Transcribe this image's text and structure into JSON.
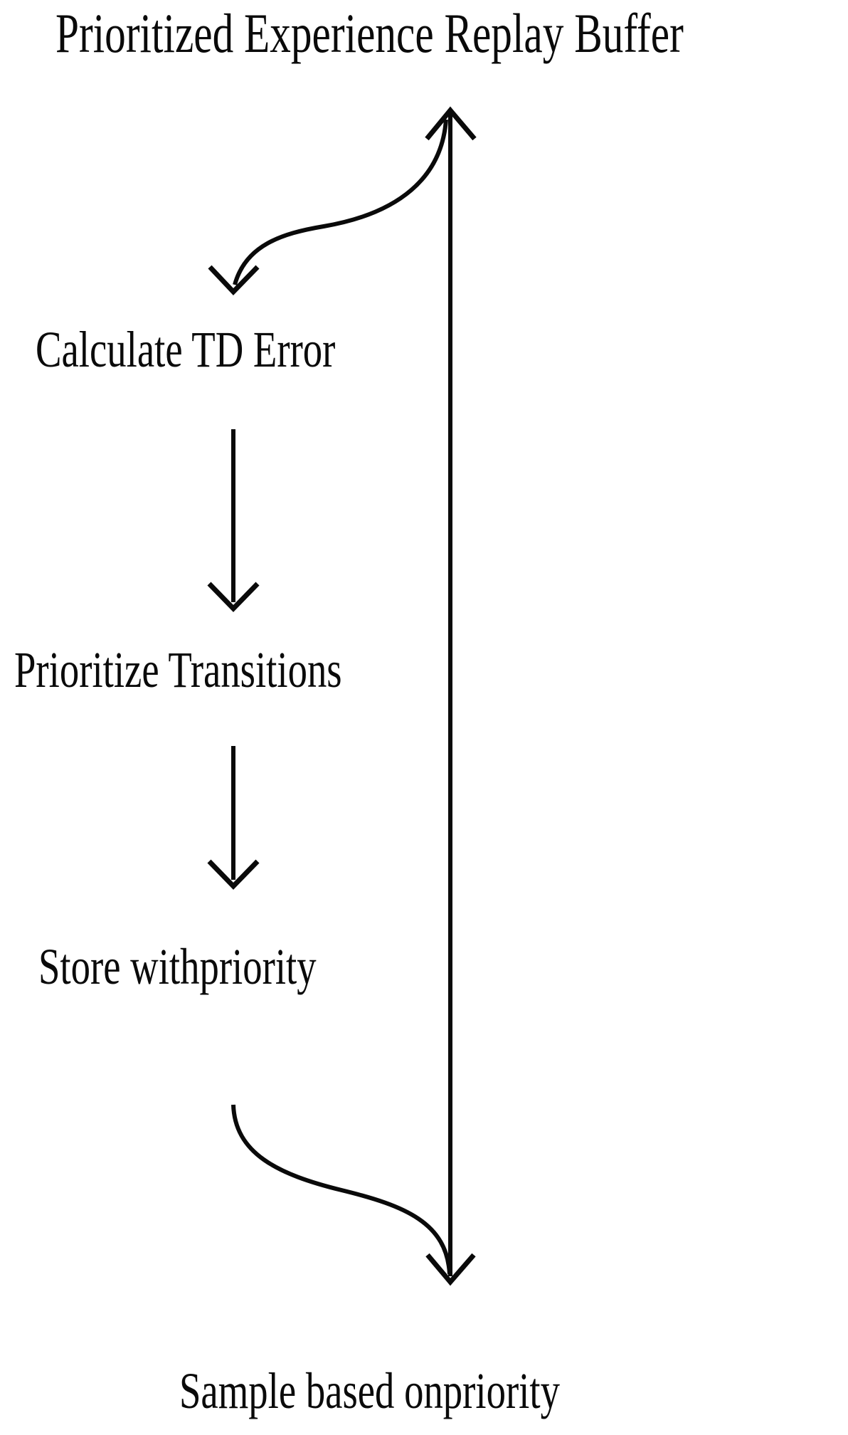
{
  "diagram": {
    "title": "Prioritized Experience Replay Buffer",
    "type": "flowchart",
    "orientation": "vertical-cycle",
    "background_color": "#ffffff",
    "stroke_color": "#0a0a0a",
    "text_color": "#0a0a0a",
    "nodes": [
      {
        "id": "title",
        "label": "Prioritized Experience Replay Buffer"
      },
      {
        "id": "calculate-td-error",
        "label": "Calculate TD Error"
      },
      {
        "id": "prioritize-transitions",
        "label": "Prioritize Transitions"
      },
      {
        "id": "store-with-priority",
        "label": "Store withpriority"
      },
      {
        "id": "sample-based-on-priority",
        "label": "Sample based onpriority"
      }
    ],
    "edges": [
      {
        "id": "edge-buffer-to-calculate",
        "from": "title",
        "to": "calculate-td-error",
        "style": "curved",
        "arrowhead": "end"
      },
      {
        "id": "edge-calculate-to-prioritize",
        "from": "calculate-td-error",
        "to": "prioritize-transitions",
        "style": "straight",
        "arrowhead": "end"
      },
      {
        "id": "edge-prioritize-to-store",
        "from": "prioritize-transitions",
        "to": "store-with-priority",
        "style": "straight",
        "arrowhead": "end"
      },
      {
        "id": "edge-store-to-sample",
        "from": "store-with-priority",
        "to": "sample-based-on-priority",
        "style": "curved",
        "arrowhead": "end"
      },
      {
        "id": "edge-spine",
        "from": "sample-based-on-priority",
        "to": "title",
        "style": "straight-vertical",
        "arrowhead": "start"
      }
    ]
  }
}
